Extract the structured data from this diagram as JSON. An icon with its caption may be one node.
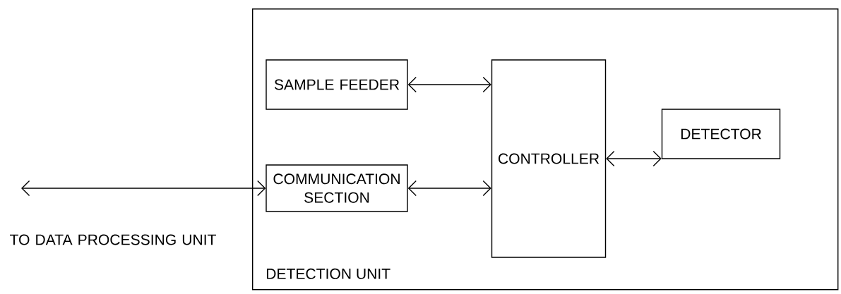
{
  "diagram": {
    "nodes": [
      {
        "text": [
          "DETECTION UNIT"
        ]
      },
      {
        "text": [
          "SAMPLE FEEDER"
        ],
        "in": 0
      },
      {
        "text": [
          "COMMUNICATION SECTION"
        ],
        "in": 0
      },
      {
        "text": [
          "CONTROLLER"
        ],
        "in": 0
      },
      {
        "text": [
          "DETECTOR"
        ],
        "in": 0
      }
    ],
    "edges": [
      {
        "from": 1,
        "to": 3,
        "arrow": "both"
      },
      {
        "from": 2,
        "to": 3,
        "arrow": "both"
      },
      {
        "from": 3,
        "to": 4,
        "arrow": "both"
      },
      {
        "from": null,
        "to": 2,
        "arrow": "both",
        "label": "TO DATA PROCESSING UNIT"
      }
    ]
  }
}
